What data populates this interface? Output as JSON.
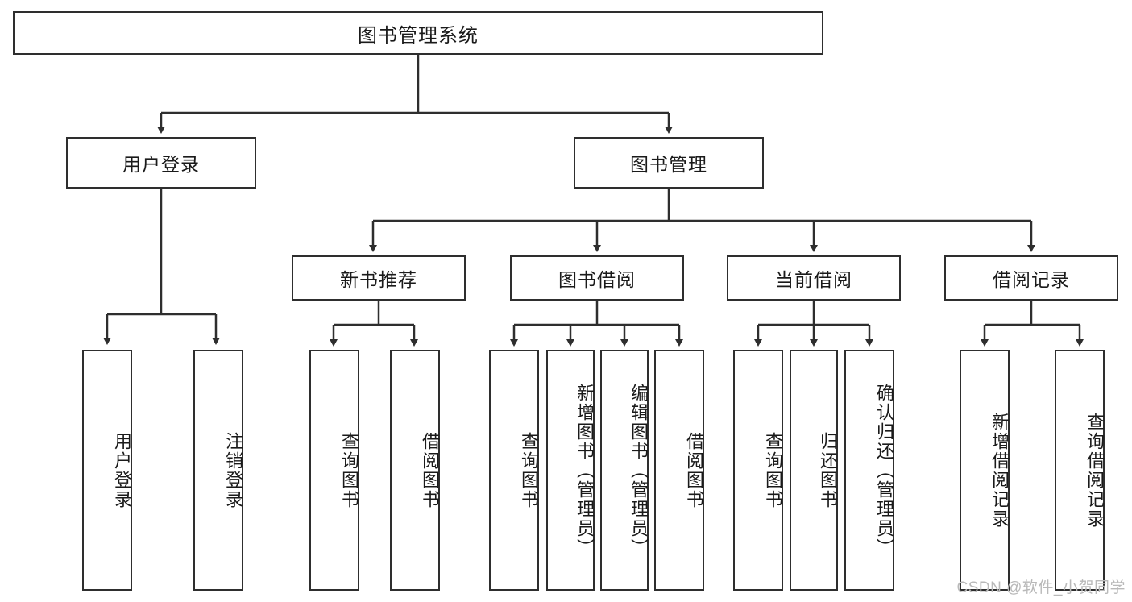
{
  "diagram": {
    "title": "图书管理系统",
    "type": "tree-hierarchy-diagram",
    "colors": {
      "box_border": "#2e2e2e",
      "box_fill": "#ffffff",
      "line": "#2e2e2e",
      "text": "#1a1a1a",
      "watermark": "#b9b9b9",
      "background": "#ffffff"
    },
    "root": {
      "label": "图书管理系统"
    },
    "level2": [
      {
        "label": "用户登录"
      },
      {
        "label": "图书管理"
      }
    ],
    "level3": [
      {
        "label": "新书推荐"
      },
      {
        "label": "图书借阅"
      },
      {
        "label": "当前借阅"
      },
      {
        "label": "借阅记录"
      }
    ],
    "leaves": {
      "user_login": [
        {
          "label": "用户登录"
        },
        {
          "label": "注销登录"
        }
      ],
      "new_book_recommend": [
        {
          "label": "查询图书"
        },
        {
          "label": "借阅图书"
        }
      ],
      "book_borrow": [
        {
          "label": "查询图书"
        },
        {
          "label": "新增图书（管理员）"
        },
        {
          "label": "编辑图书（管理员）"
        },
        {
          "label": "借阅图书"
        }
      ],
      "current_borrow": [
        {
          "label": "查询图书"
        },
        {
          "label": "归还图书"
        },
        {
          "label": "确认归还（管理员）"
        }
      ],
      "borrow_record": [
        {
          "label": "新增借阅记录"
        },
        {
          "label": "查询借阅记录"
        }
      ]
    },
    "watermark": "CSDN @软件_小贺同学"
  }
}
